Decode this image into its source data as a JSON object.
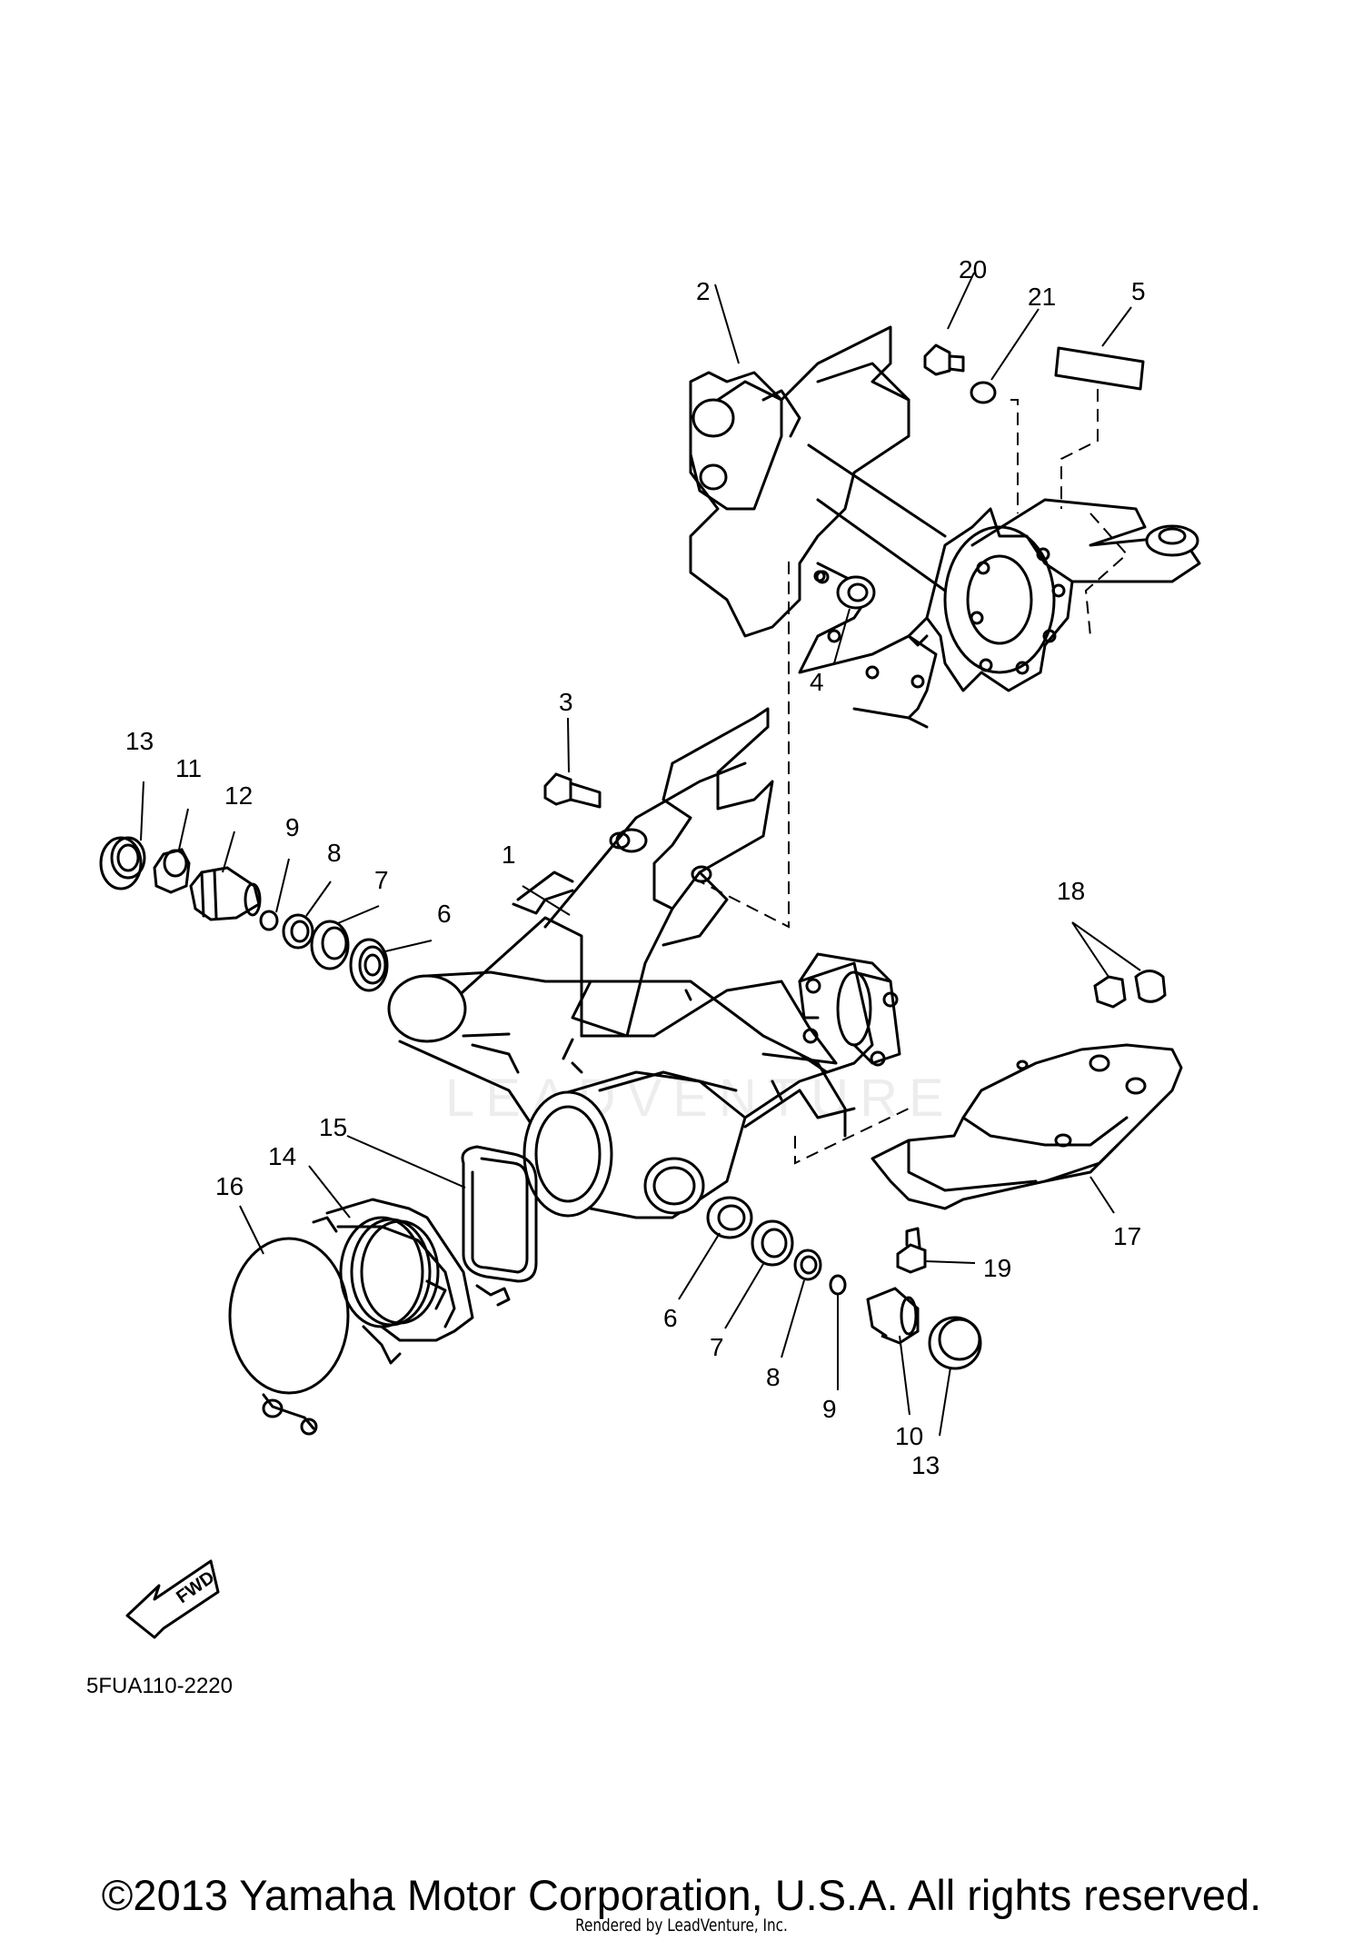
{
  "drawing_code": "5FUA110-2220",
  "fwd_label": "FWD",
  "copyright": "©2013 Yamaha Motor Corporation, U.S.A. All rights reserved.",
  "rendered_by": "Rendered by LeadVenture, Inc.",
  "watermark": "LEADVENTURE",
  "callouts": {
    "c1": "1",
    "c2": "2",
    "c3": "3",
    "c4": "4",
    "c5": "5",
    "c6a": "6",
    "c7a": "7",
    "c8a": "8",
    "c9a": "9",
    "c6b": "6",
    "c7b": "7",
    "c8b": "8",
    "c9b": "9",
    "c10": "10",
    "c11": "11",
    "c12": "12",
    "c13a": "13",
    "c13b": "13",
    "c14": "14",
    "c15": "15",
    "c16": "16",
    "c17": "17",
    "c18": "18",
    "c19": "19",
    "c20": "20",
    "c21": "21"
  }
}
